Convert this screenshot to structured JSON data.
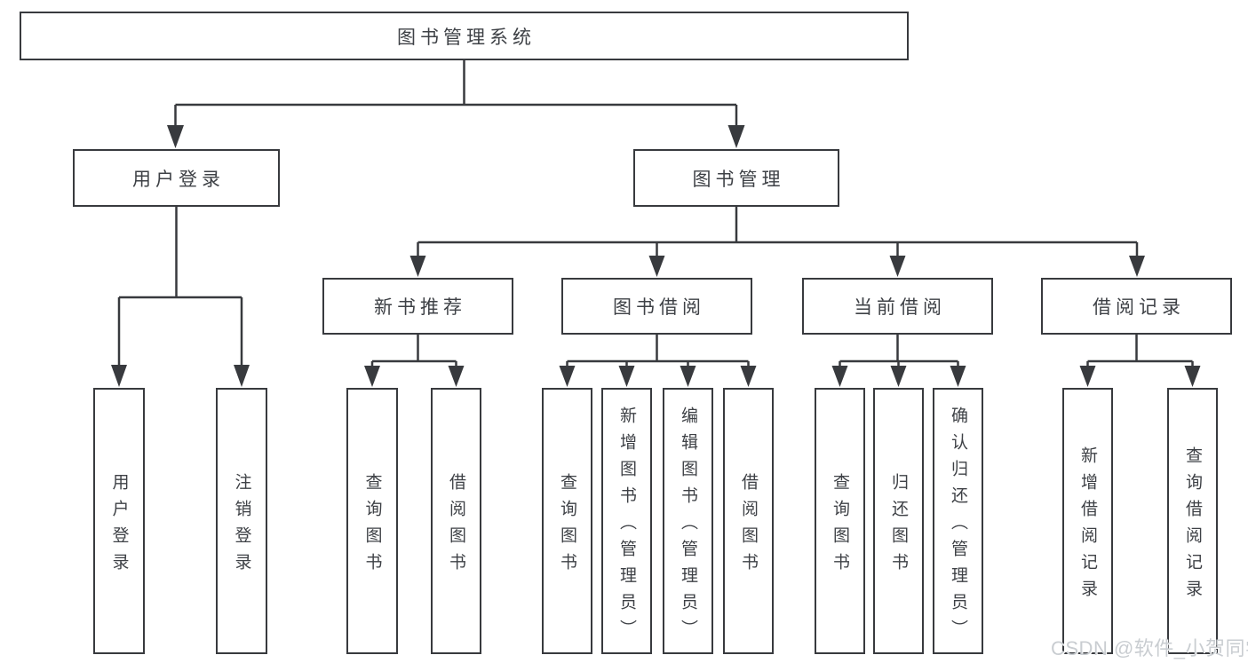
{
  "tree": {
    "root": "图书管理系统",
    "branches": [
      {
        "label": "用户登录",
        "leaves": [
          "用户登录",
          "注销登录"
        ]
      },
      {
        "label": "图书管理",
        "sections": [
          {
            "label": "新书推荐",
            "leaves": [
              "查询图书",
              "借阅图书"
            ]
          },
          {
            "label": "图书借阅",
            "leaves": [
              "查询图书",
              "新增图书（管理员）",
              "编辑图书（管理员）",
              "借阅图书"
            ]
          },
          {
            "label": "当前借阅",
            "leaves": [
              "查询图书",
              "归还图书",
              "确认归还（管理员）"
            ]
          },
          {
            "label": "借阅记录",
            "leaves": [
              "新增借阅记录",
              "查询借阅记录"
            ]
          }
        ]
      }
    ]
  },
  "watermark": {
    "text": "CSDN @软件_小贺同学"
  },
  "colors": {
    "background": "#ffffff",
    "line": "#383a3e",
    "text": "#3e4146",
    "watermark": "#c9cdd1"
  }
}
